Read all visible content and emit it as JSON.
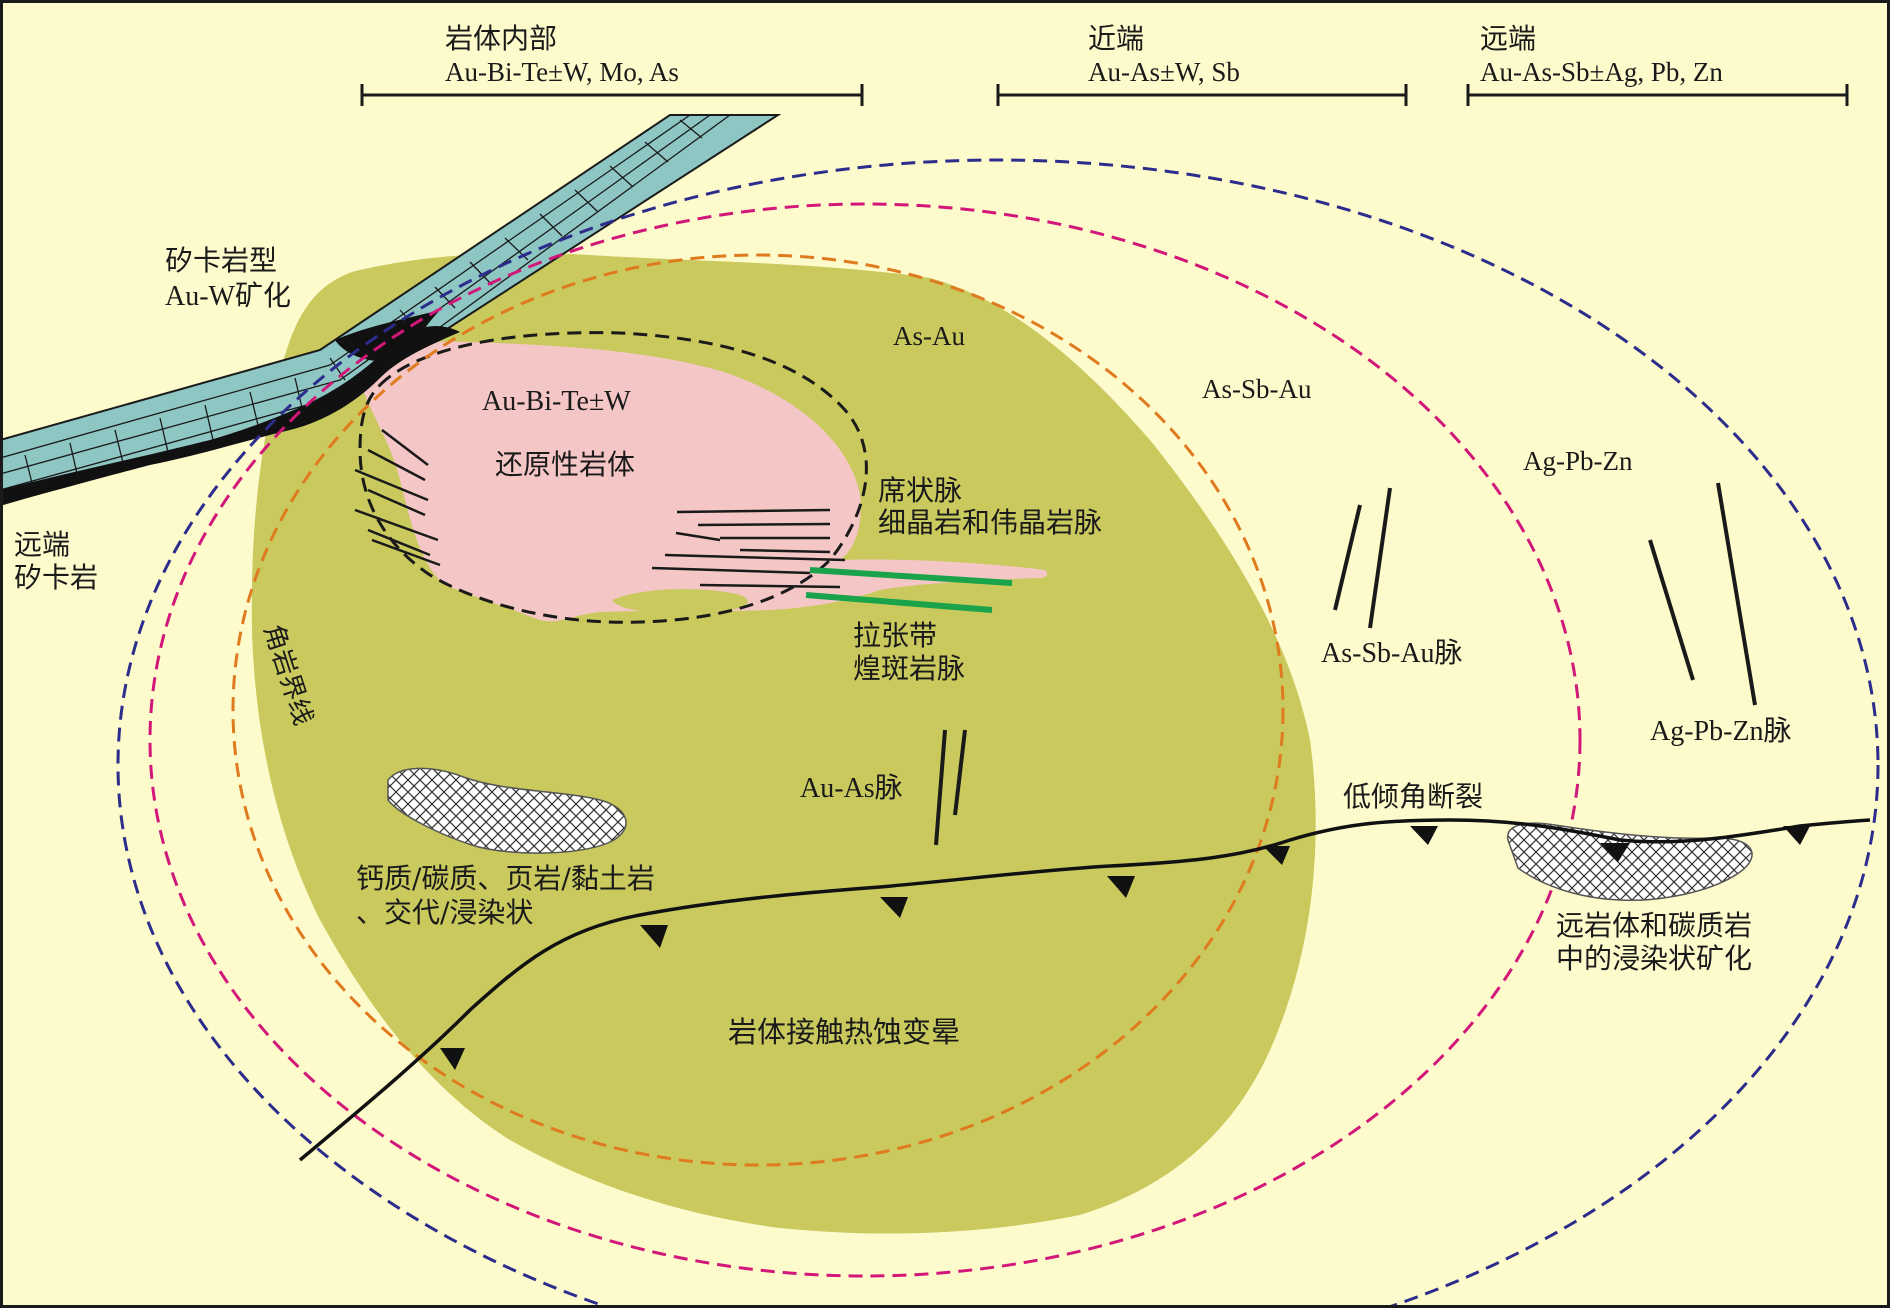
{
  "colors": {
    "background": "#fdfbcb",
    "border": "#1a1a1a",
    "aureole": "#c9c95e",
    "intrusion": "#f5c6c6",
    "limestone": "#8ec6c4",
    "zone_as_au": "#e07a1f",
    "zone_as_sb_au": "#d2177a",
    "zone_ag_pb_zn": "#2c2c8c",
    "dike_green": "#1aa34a"
  },
  "header": {
    "inner": {
      "title": "岩体内部",
      "elements": "Au-Bi-Te±W, Mo, As"
    },
    "proximal": {
      "title": "近端",
      "elements": "Au-As±W, Sb"
    },
    "distal": {
      "title": "远端",
      "elements": "Au-As-Sb±Ag, Pb, Zn"
    }
  },
  "labels": {
    "skarn_line1": "矽卡岩型",
    "skarn_line2": "Au-W矿化",
    "distal_skarn_line1": "远端",
    "distal_skarn_line2": "矽卡岩",
    "intrusion_elements": "Au-Bi-Te±W",
    "intrusion_name": "还原性岩体",
    "sheeted_veins": "席状脉",
    "aplite_veins": "细晶岩和伟晶岩脉",
    "extension_zone": "拉张带",
    "lamprophyre": "煌斑岩脉",
    "hornfels_line": "角岩界线",
    "as_au_zone": "As-Au",
    "as_sb_au_zone": "As-Sb-Au",
    "ag_pb_zn_zone": "Ag-Pb-Zn",
    "as_sb_au_vein": "As-Sb-Au脉",
    "ag_pb_zn_vein": "Ag-Pb-Zn脉",
    "au_as_vein": "Au-As脉",
    "low_angle_fault": "低倾角断裂",
    "replacement_line1": "钙质/碳质、页岩/黏土岩",
    "replacement_line2": "、交代/浸染状",
    "distal_dissem_line1": "远岩体和碳质岩",
    "distal_dissem_line2": "中的浸染状矿化",
    "aureole": "岩体接触热蚀变晕"
  }
}
